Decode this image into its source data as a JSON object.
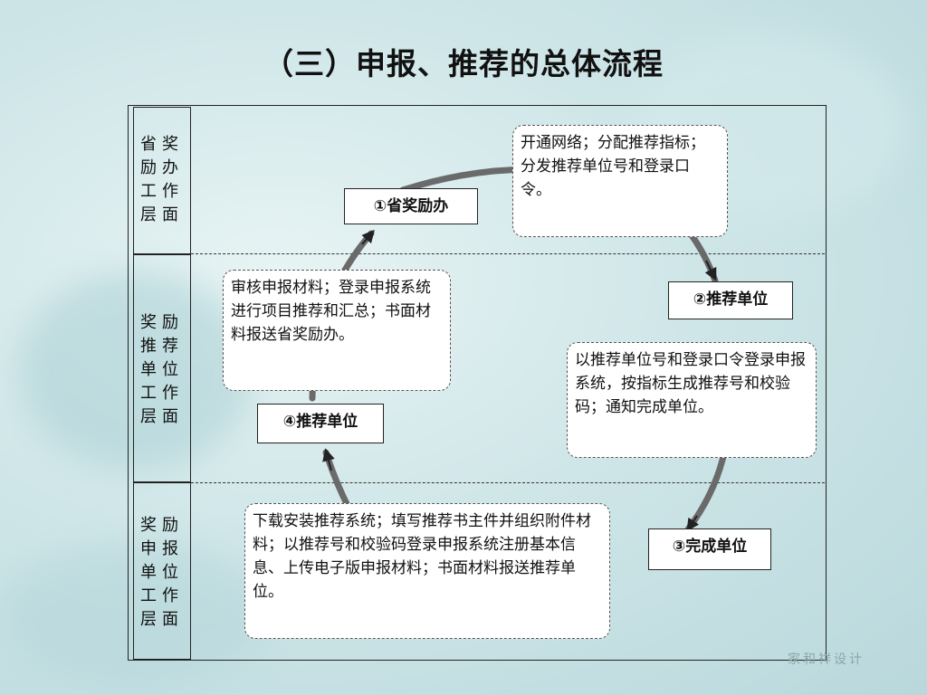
{
  "title": "（三）申报、推荐的总体流程",
  "levels": [
    {
      "label": "省奖励办工作层面"
    },
    {
      "label": "奖励推荐单位工作层面"
    },
    {
      "label": "奖励申报单位工作层面"
    }
  ],
  "nodes": [
    {
      "label": "①省奖励办"
    },
    {
      "label": "②推荐单位"
    },
    {
      "label": "③完成单位"
    },
    {
      "label": "④推荐单位"
    }
  ],
  "notes": [
    {
      "text": "开通网络；分配推荐指标；分发推荐单位号和登录口令。"
    },
    {
      "text": "以推荐单位号和登录口令登录申报系统，按指标生成推荐号和校验码；通知完成单位。"
    },
    {
      "text": "下载安装推荐系统；填写推荐书主件并组织附件材料；以推荐号和校验码登录申报系统注册基本信息、上传电子版申报材料；书面材料报送推荐单位。"
    },
    {
      "text": "审核申报材料；登录申报系统进行项目推荐和汇总；书面材料报送省奖励办。"
    }
  ],
  "watermark": "家和祥设计",
  "colors": {
    "arc": "#6a6a6a",
    "border": "#222222"
  }
}
